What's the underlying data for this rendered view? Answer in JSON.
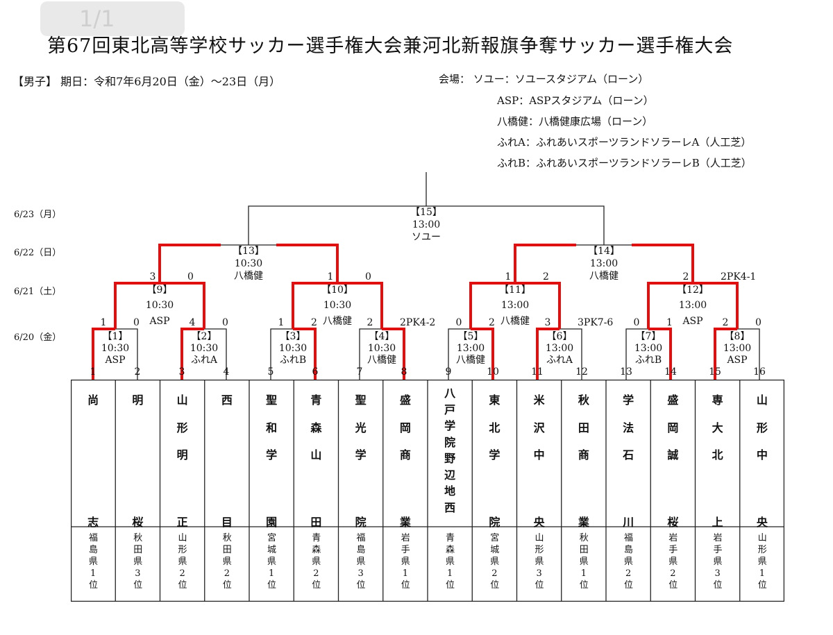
{
  "page_indicator": "1/1",
  "title": "第67回東北高等学校サッカー選手権大会兼河北新報旗争奪サッカー選手権大会",
  "section": "【男子】 期日：令和7年6月20日（金）～23日（月）",
  "venues": [
    "会場：  ソユー：ソユースタジアム（ローン）",
    "ASP：ASPスタジアム（ローン）",
    "八橋健：八橋健康広場（ローン）",
    "ふれA：ふれあいスポーツランドソラーレA（人工芝）",
    "ふれB：ふれあいスポーツランドソラーレB（人工芝）"
  ],
  "dates": [
    "6/23（月）",
    "6/22（日）",
    "6/21（土）",
    "6/20（金）"
  ],
  "round1": [
    {
      "match": "【1】",
      "time": "10:30",
      "venue": "ASP"
    },
    {
      "match": "【2】",
      "time": "10:30",
      "venue": "ふれA"
    },
    {
      "match": "【3】",
      "time": "10:30",
      "venue": "ふれB"
    },
    {
      "match": "【4】",
      "time": "10:30",
      "venue": "八橋健"
    },
    {
      "match": "【5】",
      "time": "13:00",
      "venue": "八橋健"
    },
    {
      "match": "【6】",
      "time": "13:00",
      "venue": "ふれA"
    },
    {
      "match": "【7】",
      "time": "13:00",
      "venue": "ふれB"
    },
    {
      "match": "【8】",
      "time": "13:00",
      "venue": "ASP"
    }
  ],
  "round2": [
    {
      "match": "【9】",
      "time": "10:30",
      "venue": "ASP"
    },
    {
      "match": "【10】",
      "time": "10:30",
      "venue": "八橋健"
    },
    {
      "match": "【11】",
      "time": "13:00",
      "venue": "八橋健"
    },
    {
      "match": "【12】",
      "time": "13:00",
      "venue": "ASP"
    }
  ],
  "semis": [
    {
      "match": "【13】",
      "time": "10:30",
      "venue": "八橋健"
    },
    {
      "match": "【14】",
      "time": "13:00",
      "venue": "八橋健"
    }
  ],
  "final": {
    "match": "【15】",
    "time": "13:00",
    "venue": "ソユー"
  },
  "scores_r1": [
    {
      "l": "1",
      "r": "0"
    },
    {
      "l": "4",
      "r": "0"
    },
    {
      "l": "1",
      "r": "2"
    },
    {
      "l": "2",
      "r": "2PK4-2"
    },
    {
      "l": "0",
      "r": "2"
    },
    {
      "l": "3",
      "r": "3PK7-6"
    },
    {
      "l": "0",
      "r": "1"
    },
    {
      "l": "2",
      "r": "0"
    }
  ],
  "scores_r2": [
    {
      "l": "3",
      "r": "0"
    },
    {
      "l": "1",
      "r": "0"
    },
    {
      "l": "1",
      "r": "2"
    },
    {
      "l": "2",
      "r": "2PK4-1"
    }
  ],
  "teams": [
    {
      "seed": "1",
      "name": [
        "尚",
        "",
        "",
        "",
        "志"
      ],
      "pref": "福島県1位"
    },
    {
      "seed": "2",
      "name": [
        "明",
        "",
        "",
        "",
        "桜"
      ],
      "pref": "秋田県3位"
    },
    {
      "seed": "3",
      "name": [
        "山",
        "形",
        "明",
        "",
        "正"
      ],
      "pref": "山形県2位"
    },
    {
      "seed": "4",
      "name": [
        "西",
        "",
        "",
        "",
        "目"
      ],
      "pref": "秋田県2位"
    },
    {
      "seed": "5",
      "name": [
        "聖",
        "和",
        "学",
        "",
        "園"
      ],
      "pref": "宮城県1位"
    },
    {
      "seed": "6",
      "name": [
        "青",
        "森",
        "山",
        "",
        "田"
      ],
      "pref": "青森県2位"
    },
    {
      "seed": "7",
      "name": [
        "聖",
        "光",
        "学",
        "",
        "院"
      ],
      "pref": "福島県3位"
    },
    {
      "seed": "8",
      "name": [
        "盛",
        "岡",
        "商",
        "",
        "業"
      ],
      "pref": "岩手県1位"
    },
    {
      "seed": "9",
      "name": [
        "八",
        "戸",
        "学",
        "院",
        "野",
        "辺",
        "地",
        "西"
      ],
      "pref": "青森県1位"
    },
    {
      "seed": "10",
      "name": [
        "東",
        "北",
        "学",
        "",
        "院"
      ],
      "pref": "宮城県2位"
    },
    {
      "seed": "11",
      "name": [
        "米",
        "沢",
        "中",
        "",
        "央"
      ],
      "pref": "山形県3位"
    },
    {
      "seed": "12",
      "name": [
        "秋",
        "田",
        "商",
        "",
        "業"
      ],
      "pref": "秋田県1位"
    },
    {
      "seed": "13",
      "name": [
        "学",
        "法",
        "石",
        "",
        "川"
      ],
      "pref": "福島県2位"
    },
    {
      "seed": "14",
      "name": [
        "盛",
        "岡",
        "誠",
        "",
        "桜"
      ],
      "pref": "岩手県2位"
    },
    {
      "seed": "15",
      "name": [
        "専",
        "大",
        "北",
        "",
        "上"
      ],
      "pref": "岩手県3位"
    },
    {
      "seed": "16",
      "name": [
        "山",
        "形",
        "中",
        "",
        "央"
      ],
      "pref": "山形県1位"
    }
  ],
  "winner_color": "#e01010",
  "line_color": "#222222"
}
